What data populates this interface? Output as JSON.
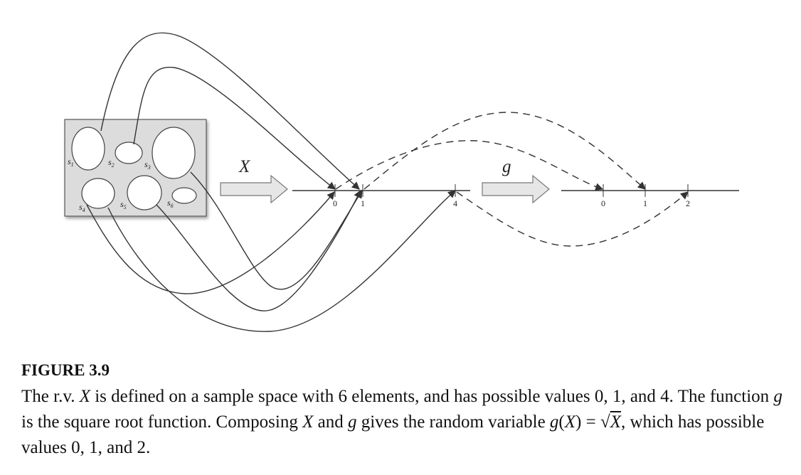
{
  "figure": {
    "sample_space": {
      "outcomes": [
        {
          "main": "s",
          "sub": "1"
        },
        {
          "main": "s",
          "sub": "2"
        },
        {
          "main": "s",
          "sub": "3"
        },
        {
          "main": "s",
          "sub": "4"
        },
        {
          "main": "s",
          "sub": "5"
        },
        {
          "main": "s",
          "sub": "6"
        }
      ]
    },
    "map_x_label": "X",
    "map_g_label": "g",
    "x_ticks": [
      "0",
      "1",
      "4"
    ],
    "g_ticks": [
      "0",
      "1",
      "2"
    ]
  },
  "caption": {
    "title": "FIGURE 3.9",
    "p1": "The r.v. ",
    "v1": "X",
    "p2": " is defined on a sample space with 6 elements, and has possible values 0, 1, and 4. The function ",
    "v2": "g",
    "p3": " is the square root function. Composing ",
    "v3": "X",
    "p4": " and ",
    "v4": "g",
    "p5": " gives the random variable ",
    "v5": "g",
    "p6": "(",
    "v6": "X",
    "p7": ") = √",
    "v7": "X",
    "p8": ", which has possible values 0, 1, and 2."
  }
}
